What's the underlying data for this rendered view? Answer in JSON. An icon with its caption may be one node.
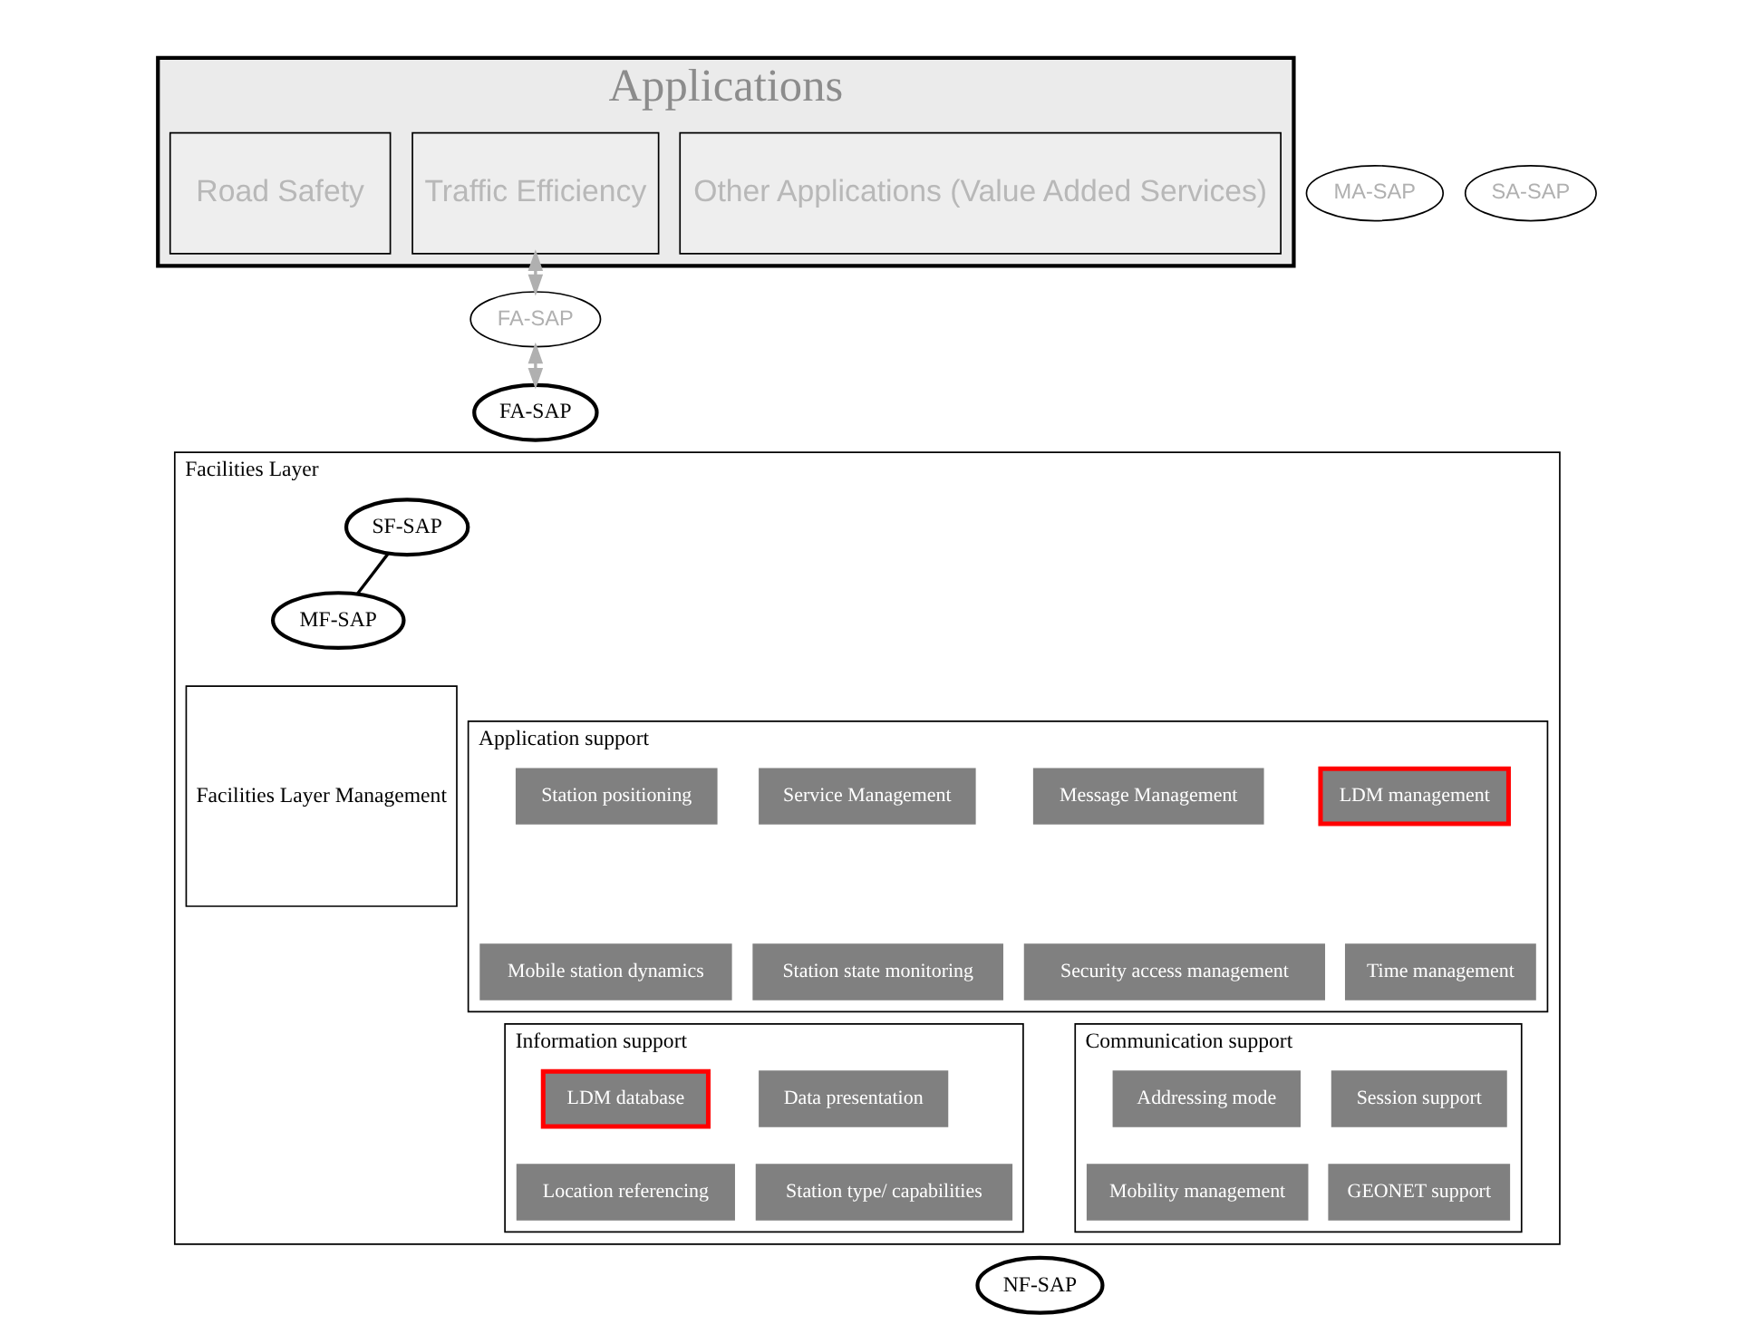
{
  "diagram": {
    "nodes": [
      {
        "text": [
          "Applications"
        ]
      },
      {
        "text": [
          "MA-SAP"
        ]
      },
      {
        "text": [
          "Road Safety"
        ],
        "in": 0
      },
      {
        "text": [
          "Traffic Efficiency"
        ],
        "in": 0
      },
      {
        "text": [
          "Other Applications (Value Added Services)"
        ],
        "in": 0
      },
      {
        "text": [
          "SA-SAP"
        ]
      },
      {
        "text": [
          "FA-SAP"
        ]
      },
      {
        "text": [
          "FA-SAP"
        ]
      },
      {
        "text": [
          "Facilities Layer"
        ]
      },
      {
        "text": [
          "Facilities Layer Management"
        ],
        "in": 8
      },
      {
        "text": [
          "SF-SAP"
        ],
        "in": 8
      },
      {
        "text": [
          "MF-SAP"
        ],
        "in": 8
      },
      {
        "text": [
          "Application support"
        ],
        "in": 8
      },
      {
        "text": [
          "Station positioning"
        ],
        "in": 12
      },
      {
        "text": [
          "Service Management"
        ],
        "in": 12
      },
      {
        "text": [
          "Message Management"
        ],
        "in": 12
      },
      {
        "text": [
          "LDM management"
        ],
        "in": 12
      },
      {
        "text": [
          "Mobile station dynamics"
        ],
        "in": 12
      },
      {
        "text": [
          "Station state monitoring"
        ],
        "in": 12
      },
      {
        "text": [
          "Security access management"
        ],
        "in": 12
      },
      {
        "text": [
          "Time management"
        ],
        "in": 12
      },
      {
        "text": [
          "Information support"
        ],
        "in": 8
      },
      {
        "text": [
          "LDM database"
        ],
        "in": 21
      },
      {
        "text": [
          "Data presentation"
        ],
        "in": 21
      },
      {
        "text": [
          "Location referencing"
        ],
        "in": 21
      },
      {
        "text": [
          "Station type/ capabilities"
        ],
        "in": 21
      },
      {
        "text": [
          "Communication support"
        ],
        "in": 8
      },
      {
        "text": [
          "Addressing mode"
        ],
        "in": 26
      },
      {
        "text": [
          "Session support"
        ],
        "in": 26
      },
      {
        "text": [
          "Mobility management"
        ],
        "in": 26
      },
      {
        "text": [
          "GEONET support"
        ],
        "in": 26
      },
      {
        "text": [
          "NF-SAP"
        ]
      }
    ],
    "edges": [
      {
        "from": 3,
        "to": 6,
        "arrow": "both"
      },
      {
        "from": 6,
        "to": 7,
        "arrow": "both"
      },
      {
        "from": 10,
        "to": 11,
        "arrow": "none",
        "color": "#000000"
      }
    ]
  }
}
